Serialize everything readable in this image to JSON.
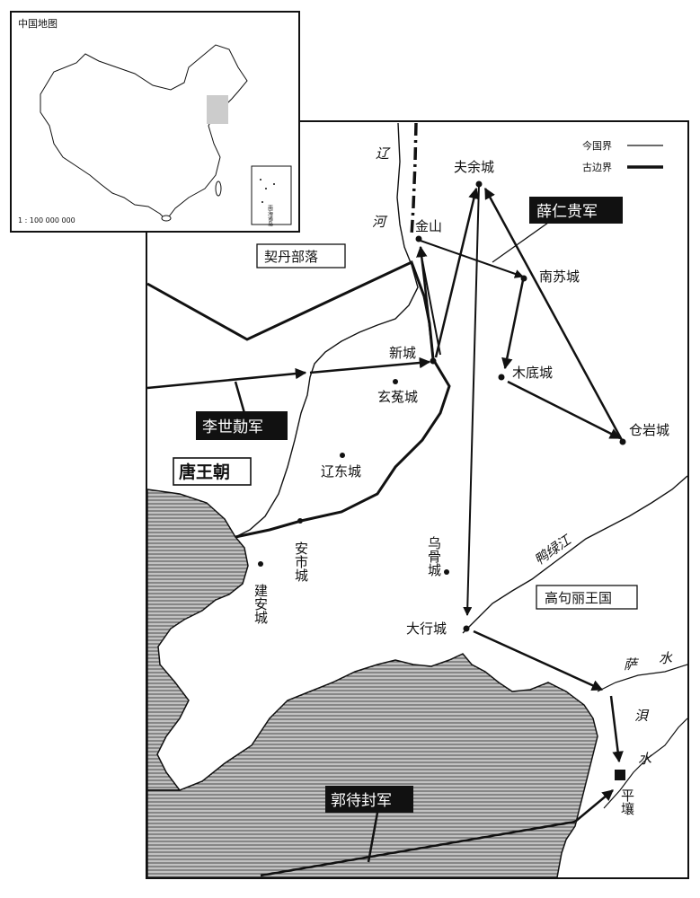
{
  "inset": {
    "title": "中国地图",
    "scale": "1 : 100 000 000",
    "sub_inset_label": "南海诸岛"
  },
  "legend": {
    "modern_border": "今国界",
    "ancient_border": "古边界"
  },
  "cities": {
    "fuyu": "夫余城",
    "jinshan": "金山",
    "nansu": "南苏城",
    "xincheng": "新城",
    "xuantu": "玄菟城",
    "mudi": "木底城",
    "cangyan": "仓岩城",
    "liaodong": "辽东城",
    "anshi": "安市城",
    "jianan": "建安城",
    "wugu": "乌骨城",
    "daxing": "大行城",
    "pingrang": "平壤"
  },
  "rivers": {
    "liao_1": "辽",
    "liao_2": "河",
    "yalu": "鸭绿江",
    "sa": "萨",
    "shui1": "水",
    "pei": "浿",
    "shui2": "水"
  },
  "regions": {
    "khitan": "契丹部落",
    "goguryeo": "高句丽王国",
    "tang": "唐王朝"
  },
  "armies": {
    "xue": "薛仁贵军",
    "li": "李世勣军",
    "guo": "郭待封军"
  },
  "colors": {
    "ink": "#111111",
    "sea_hatch": "#555555",
    "land": "#ffffff",
    "highlight": "#cccccc"
  }
}
